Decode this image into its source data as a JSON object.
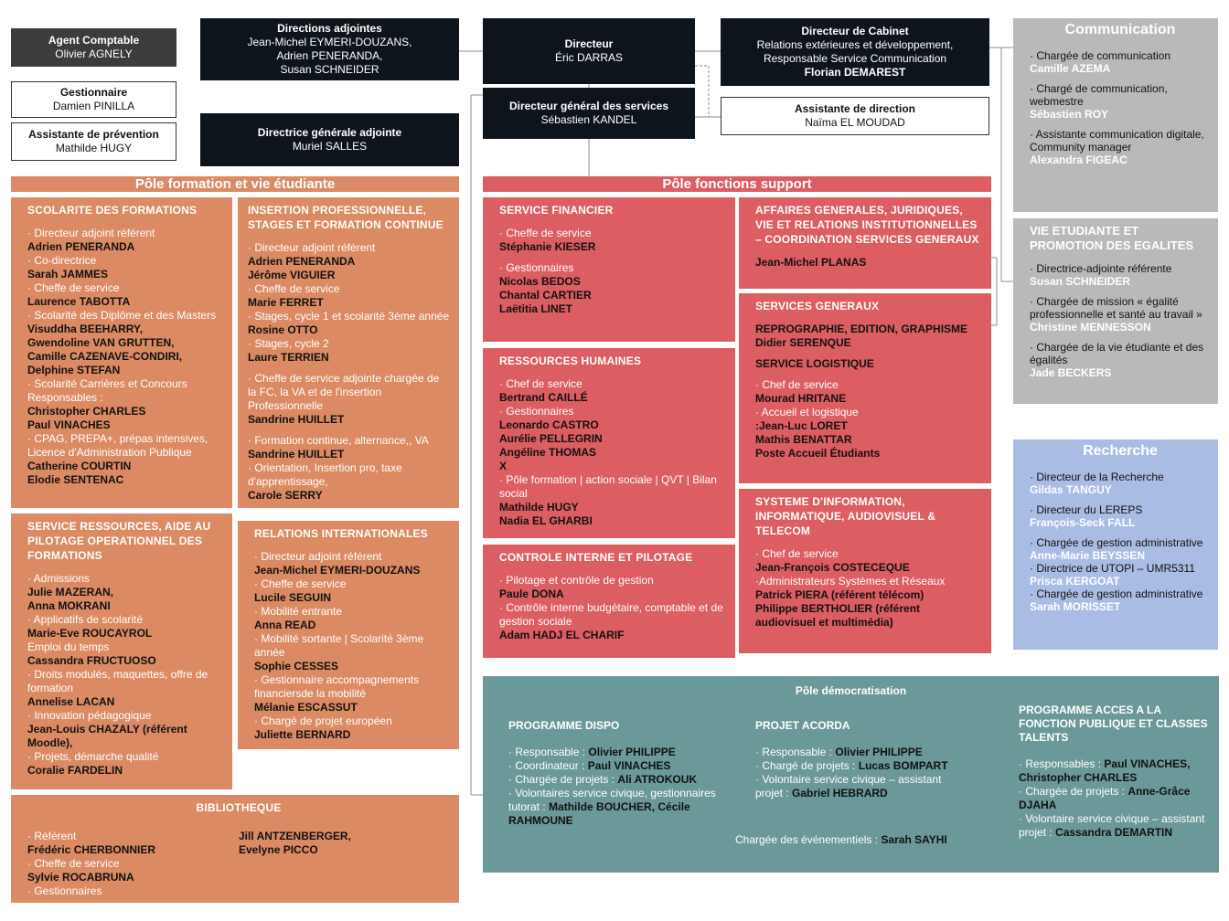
{
  "top": {
    "agent_comptable": {
      "title": "Agent Comptable",
      "name": "Olivier AGNELY"
    },
    "gestionnaire": {
      "title": "Gestionnaire",
      "name": "Damien PINILLA"
    },
    "assistante_prevention": {
      "title": "Assistante de prévention",
      "name": "Mathilde HUGY"
    },
    "directions_adjointes": {
      "title": "Directions adjointes",
      "line1": "Jean-Michel EYMERI-DOUZANS,",
      "line2": "Adrien PENERANDA,",
      "line3": "Susan SCHNEIDER"
    },
    "directrice_generale_adjointe": {
      "title": "Directrice générale adjointe",
      "name": "Muriel SALLES"
    },
    "directeur": {
      "title": "Directeur",
      "name": "Éric DARRAS"
    },
    "dgs": {
      "title": "Directeur général des services",
      "name": "Sébastien KANDEL"
    },
    "cabinet": {
      "title": "Directeur de Cabinet",
      "line1": "Relations extérieures et développement,",
      "line2": "Responsable Service Communication",
      "name": "Florian DEMAREST"
    },
    "assistante_direction": {
      "title": "Assistante de direction",
      "name": "Naïma EL MOUDAD"
    }
  },
  "pole_formation": {
    "title": "Pôle formation et vie étudiante"
  },
  "pole_support": {
    "title": "Pôle fonctions support"
  },
  "scolarite": {
    "title": "SCOLARITE DES FORMATIONS",
    "rows": [
      {
        "t": "l",
        "v": "· Directeur adjoint référent"
      },
      {
        "t": "n",
        "v": "Adrien PENERANDA"
      },
      {
        "t": "l",
        "v": "· Co-directrice"
      },
      {
        "t": "n",
        "v": "Sarah JAMMES"
      },
      {
        "t": "l",
        "v": "· Cheffe de service"
      },
      {
        "t": "n",
        "v": "Laurence TABOTTA"
      },
      {
        "t": "l",
        "v": "· Scolarité des Diplôme et des Masters"
      },
      {
        "t": "n",
        "v": "Visuddha BEEHARRY,"
      },
      {
        "t": "n",
        "v": "Gwendoline VAN GRUTTEN,"
      },
      {
        "t": "n",
        "v": "Camille CAZENAVE-CONDIRI,"
      },
      {
        "t": "n",
        "v": "Delphine STEFAN"
      },
      {
        "t": "l",
        "v": "· Scolarité Carrières et Concours"
      },
      {
        "t": "l",
        "v": "Responsables :"
      },
      {
        "t": "n",
        "v": "Christopher CHARLES"
      },
      {
        "t": "n",
        "v": "Paul VINACHES"
      },
      {
        "t": "l",
        "v": "· CPAG, PREPA+, prépas intensives, Licence d'Administration Publique"
      },
      {
        "t": "n",
        "v": "Catherine COURTIN"
      },
      {
        "t": "n",
        "v": "Elodie SENTENAC"
      }
    ]
  },
  "insertion": {
    "title": "INSERTION PROFESSIONNELLE, STAGES ET FORMATION CONTINUE",
    "rows": [
      {
        "t": "l",
        "v": "· Directeur adjoint référent"
      },
      {
        "t": "n",
        "v": "Adrien PENERANDA"
      },
      {
        "t": "n",
        "v": "Jérôme VIGUIER"
      },
      {
        "t": "l",
        "v": "· Cheffe de service"
      },
      {
        "t": "n",
        "v": "Marie FERRET"
      },
      {
        "t": "l",
        "v": "· Stages, cycle 1 et scolarité 3ème année"
      },
      {
        "t": "n",
        "v": " Rosine OTTO"
      },
      {
        "t": "l",
        "v": "· Stages, cycle 2"
      },
      {
        "t": "n",
        "v": "Laure TERRIEN"
      },
      {
        "t": "g",
        "v": ""
      },
      {
        "t": "l",
        "v": "· Cheffe de service adjointe chargée de la FC, la VA et de l'insertion Professionnelle"
      },
      {
        "t": "n",
        "v": "Sandrine HUILLET"
      },
      {
        "t": "g",
        "v": ""
      },
      {
        "t": "l",
        "v": "· Formation continue, alternance,, VA"
      },
      {
        "t": "n",
        "v": "Sandrine HUILLET"
      },
      {
        "t": "l",
        "v": "· Orientation, Insertion pro, taxe d'apprentissage,"
      },
      {
        "t": "n",
        "v": "Carole SERRY"
      }
    ]
  },
  "ressources_aide": {
    "title": "SERVICE RESSOURCES, AIDE AU PILOTAGE OPERATIONNEL DES FORMATIONS",
    "rows": [
      {
        "t": "l",
        "v": "· Admissions"
      },
      {
        "t": "n",
        "v": "Julie MAZERAN,"
      },
      {
        "t": "n",
        "v": "Anna MOKRANI"
      },
      {
        "t": "l",
        "v": "· Applicatifs de scolarité"
      },
      {
        "t": "n",
        "v": "Marie-Eve ROUCAYROL"
      },
      {
        "t": "l",
        "v": "Emploi du temps"
      },
      {
        "t": "n",
        "v": "Cassandra FRUCTUOSO"
      },
      {
        "t": "l",
        "v": "· Droits modulés, maquettes, offre de formation"
      },
      {
        "t": "n",
        "v": "Annelise LACAN"
      },
      {
        "t": "l",
        "v": "· Innovation pédagogique"
      },
      {
        "t": "n",
        "v": "Jean-Louis CHAZALY (référent Moodle),"
      },
      {
        "t": "l",
        "v": "· Projets, démarche qualité"
      },
      {
        "t": "n",
        "v": "Coralie FARDELIN"
      }
    ]
  },
  "relations_int": {
    "title": "RELATIONS INTERNATIONALES",
    "rows": [
      {
        "t": "l",
        "v": "· Directeur adjoint référent"
      },
      {
        "t": "n",
        "v": "Jean-Michel EYMERI-DOUZANS"
      },
      {
        "t": "l",
        "v": "· Cheffe de service"
      },
      {
        "t": "n",
        "v": "Lucile SEGUIN"
      },
      {
        "t": "l",
        "v": "· Mobilité entrante"
      },
      {
        "t": "n",
        "v": "Anna READ"
      },
      {
        "t": "l",
        "v": "· Mobilité sortante | Scolarité 3ème année"
      },
      {
        "t": "n",
        "v": "Sophie CESSES"
      },
      {
        "t": "l",
        "v": "· Gestionnaire accompagnements financiersde la mobilité"
      },
      {
        "t": "n",
        "v": "Mélanie ESCASSUT"
      },
      {
        "t": "l",
        "v": "· Chargé de projet européen"
      },
      {
        "t": "n",
        "v": "Juliette BERNARD"
      }
    ]
  },
  "bibliotheque": {
    "title": "BIBLIOTHEQUE",
    "left": [
      {
        "t": "l",
        "v": "· Référent"
      },
      {
        "t": "n",
        "v": "Frédéric CHERBONNIER"
      },
      {
        "t": "l",
        "v": "· Cheffe de service"
      },
      {
        "t": "n",
        "v": "Sylvie ROCABRUNA"
      },
      {
        "t": "l",
        "v": "· Gestionnaires"
      }
    ],
    "right": [
      {
        "t": "n",
        "v": "Jill ANTZENBERGER,"
      },
      {
        "t": "n",
        "v": "Evelyne PICCO"
      }
    ]
  },
  "financier": {
    "title": "SERVICE FINANCIER",
    "rows": [
      {
        "t": "l",
        "v": "· Cheffe de service"
      },
      {
        "t": "n",
        "v": "Stéphanie KIESER"
      },
      {
        "t": "g",
        "v": ""
      },
      {
        "t": "l",
        "v": "· Gestionnaires"
      },
      {
        "t": "n",
        "v": "Nicolas BEDOS"
      },
      {
        "t": "n",
        "v": "Chantal CARTIER"
      },
      {
        "t": "n",
        "v": "Laëtitia LINET"
      }
    ]
  },
  "rh": {
    "title": "RESSOURCES HUMAINES",
    "rows": [
      {
        "t": "l",
        "v": "· Chef de service"
      },
      {
        "t": "n",
        "v": "Bertrand CAILLÉ"
      },
      {
        "t": "l",
        "v": "· Gestionnaires"
      },
      {
        "t": "n",
        "v": "Leonardo CASTRO"
      },
      {
        "t": "n",
        "v": "Aurélie PELLEGRIN"
      },
      {
        "t": "n",
        "v": "Angéline THOMAS"
      },
      {
        "t": "n",
        "v": "X"
      },
      {
        "t": "l",
        "v": "· Pôle formation | action sociale | QVT | Bilan social"
      },
      {
        "t": "n",
        "v": "Mathilde HUGY"
      },
      {
        "t": "n",
        "v": "Nadia EL GHARBI"
      }
    ]
  },
  "controle": {
    "title": "CONTROLE INTERNE ET PILOTAGE",
    "rows": [
      {
        "t": "l",
        "v": "· Pilotage et contrôle de gestion"
      },
      {
        "t": "n",
        "v": "Paule DONA"
      },
      {
        "t": "l",
        "v": "· Contrôle interne budgétaire, comptable et de gestion sociale"
      },
      {
        "t": "n",
        "v": "Adam HADJ EL CHARIF"
      }
    ]
  },
  "affaires": {
    "title": "AFFAIRES GENERALES, JURIDIQUES, VIE ET RELATIONS INSTITUTIONNELLES – COORDINATION SERVICES GENERAUX",
    "rows": [
      {
        "t": "n",
        "v": "Jean-Michel PLANAS"
      }
    ]
  },
  "services_generaux": {
    "title": "SERVICES GENERAUX",
    "rows": [
      {
        "t": "n",
        "v": "REPROGRAPHIE, EDITION, GRAPHISME"
      },
      {
        "t": "n",
        "v": "Didier SERENQUE"
      },
      {
        "t": "g",
        "v": ""
      },
      {
        "t": "n",
        "v": "SERVICE LOGISTIQUE"
      },
      {
        "t": "g",
        "v": ""
      },
      {
        "t": "l",
        "v": "· Chef de service"
      },
      {
        "t": "n",
        "v": "Mourad HRITANE"
      },
      {
        "t": "l",
        "v": "· Accueil et logistique"
      },
      {
        "t": "n",
        "v": ":Jean-Luc LORET"
      },
      {
        "t": "n",
        "v": " Mathis BENATTAR"
      },
      {
        "t": "n",
        "v": "Poste Accueil Étudiants"
      }
    ]
  },
  "si": {
    "title": "SYSTEME D'INFORMATION, INFORMATIQUE, AUDIOVISUEL & TELECOM",
    "rows": [
      {
        "t": "l",
        "v": "· Chef de service"
      },
      {
        "t": "n",
        "v": "Jean-François COSTECEQUE"
      },
      {
        "t": "l",
        "v": "·Administrateurs Systèmes et Réseaux"
      },
      {
        "t": "n",
        "v": "Patrick PIERA  (référent télécom)"
      },
      {
        "t": "n",
        "v": "Philippe BERTHOLIER (référent audiovisuel et multimédia)"
      }
    ]
  },
  "communication": {
    "title": "Communication",
    "rows": [
      {
        "t": "l",
        "v": "· Chargée de communication"
      },
      {
        "t": "n",
        "v": "Camille AZEMA"
      },
      {
        "t": "g",
        "v": ""
      },
      {
        "t": "l",
        "v": "· Chargé de communication, webmestre"
      },
      {
        "t": "n",
        "v": "Sébastien ROY"
      },
      {
        "t": "g",
        "v": ""
      },
      {
        "t": "l",
        "v": "· Assistante communication digitale, Community manager"
      },
      {
        "t": "n",
        "v": "Alexandra FIGEAC"
      }
    ]
  },
  "vie_etudiante": {
    "title": "VIE ETUDIANTE ET PROMOTION DES EGALITES",
    "rows": [
      {
        "t": "l",
        "v": "· Directrice-adjointe référente"
      },
      {
        "t": "n",
        "v": "Susan SCHNEIDER"
      },
      {
        "t": "g",
        "v": ""
      },
      {
        "t": "l",
        "v": "· Chargée de mission « égalité professionnelle et santé au travail »"
      },
      {
        "t": "n",
        "v": "Christine MENNESSON"
      },
      {
        "t": "g",
        "v": ""
      },
      {
        "t": "l",
        "v": "· Chargée de la vie étudiante et des égalités"
      },
      {
        "t": "n",
        "v": "Jade BECKERS"
      }
    ]
  },
  "recherche": {
    "title": "Recherche",
    "rows": [
      {
        "t": "l",
        "v": "· Directeur de la Recherche"
      },
      {
        "t": "n",
        "v": "Gildas TANGUY"
      },
      {
        "t": "g",
        "v": ""
      },
      {
        "t": "l",
        "v": "· Directeur du LEREPS"
      },
      {
        "t": "n",
        "v": "François-Seck FALL"
      },
      {
        "t": "g",
        "v": ""
      },
      {
        "t": "l",
        "v": "· Chargée de gestion administrative"
      },
      {
        "t": "n",
        "v": "Anne-Marie BEYSSEN"
      },
      {
        "t": "l",
        "v": "· Directrice de UTOPI – UMR5311"
      },
      {
        "t": "n",
        "v": "Prisca KERGOAT"
      },
      {
        "t": "l",
        "v": "· Chargée de gestion administrative"
      },
      {
        "t": "n",
        "v": "Sarah MORISSET"
      }
    ]
  },
  "democratisation": {
    "title": "Pôle démocratisation",
    "dispo": {
      "title": "PROGRAMME DISPO",
      "rows": [
        [
          {
            "t": "l",
            "v": "· Responsable : "
          },
          {
            "t": "n",
            "v": "Olivier PHILIPPE"
          }
        ],
        [
          {
            "t": "l",
            "v": "· Coordinateur : "
          },
          {
            "t": "n",
            "v": "Paul VINACHES"
          }
        ],
        [
          {
            "t": "l",
            "v": "· Chargée de projets : "
          },
          {
            "t": "n",
            "v": "Ali ATROKOUK"
          }
        ],
        [
          {
            "t": "l",
            "v": "· Volontaires service civique, gestionnaires tutorat : "
          },
          {
            "t": "n",
            "v": "Mathilde BOUCHER, Cécile RAHMOUNE"
          }
        ]
      ]
    },
    "acorda": {
      "title": "PROJET ACORDA",
      "rows": [
        [
          {
            "t": "l",
            "v": "· Responsable : "
          },
          {
            "t": "n",
            "v": "Olivier PHILIPPE"
          }
        ],
        [
          {
            "t": "l",
            "v": "· Chargé de projets : "
          },
          {
            "t": "n",
            "v": "Lucas BOMPART"
          }
        ],
        [
          {
            "t": "l",
            "v": "· Volontaire service civique – assistant projet : "
          },
          {
            "t": "n",
            "v": "Gabriel HEBRARD"
          }
        ]
      ]
    },
    "acces": {
      "title": "PROGRAMME ACCES A LA FONCTION PUBLIQUE ET CLASSES TALENTS",
      "rows": [
        [
          {
            "t": "l",
            "v": "· Responsables : "
          },
          {
            "t": "n",
            "v": "Paul VINACHES, Christopher CHARLES"
          }
        ],
        [
          {
            "t": "l",
            "v": "· Chargée de projets : "
          },
          {
            "t": "n",
            "v": "Anne-Grâce DJAHA"
          }
        ],
        [
          {
            "t": "l",
            "v": "· Volontaire service civique – assistant projet : "
          },
          {
            "t": "n",
            "v": "Cassandra DEMARTIN"
          }
        ]
      ]
    },
    "evenementiels": {
      "label": "Chargée des événementiels : ",
      "name": "Sarah SAYHI"
    }
  },
  "colors": {
    "formation": "#db8a63",
    "support": "#dc5d62",
    "communication": "#b9b9bb",
    "recherche": "#a9bce4",
    "democratisation": "#6b9898",
    "direction": "#0e141c"
  }
}
